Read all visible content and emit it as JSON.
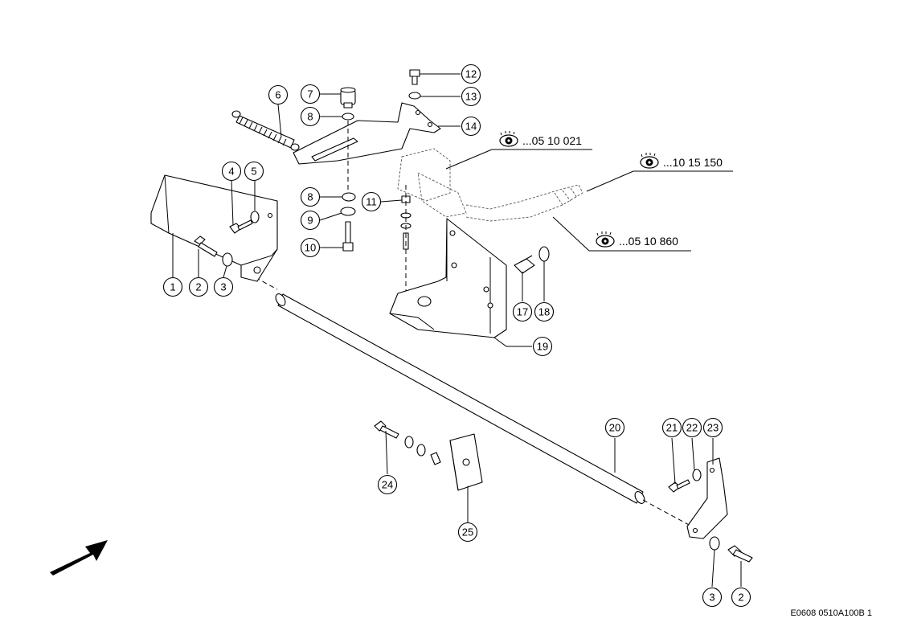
{
  "diagram": {
    "callouts": [
      "1",
      "2",
      "3",
      "4",
      "5",
      "6",
      "7",
      "8",
      "8",
      "9",
      "10",
      "11",
      "12",
      "13",
      "14",
      "17",
      "18",
      "19",
      "20",
      "21",
      "22",
      "23",
      "24",
      "25",
      "3",
      "2"
    ],
    "references": [
      "...05 10 021",
      "...10 15 150",
      "...05 10 860"
    ],
    "drawing_code": "E0608 0510A100B 1"
  }
}
